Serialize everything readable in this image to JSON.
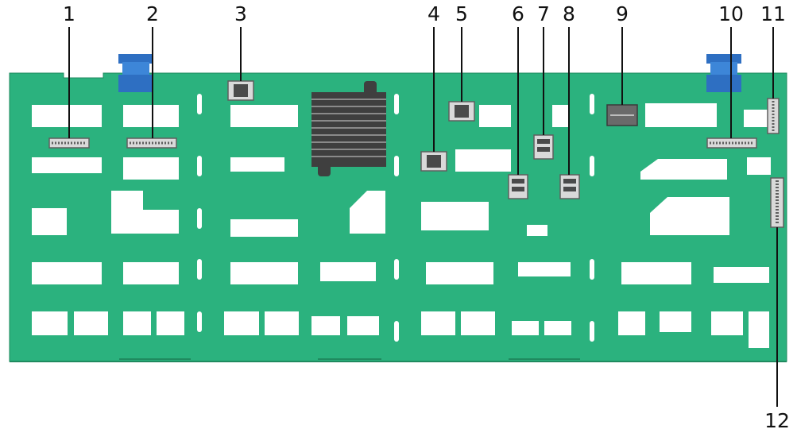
{
  "colors": {
    "board": "#2bb27e",
    "board_edge": "#1f8a5f",
    "cutout": "#ffffff",
    "connector": "#d9d9d9",
    "connector_dark": "#5f5f5f",
    "heatsink": "#4a4a4a",
    "latch": "#2e6fc2",
    "callout": "#111111"
  },
  "callouts": [
    {
      "id": "1",
      "label": "1"
    },
    {
      "id": "2",
      "label": "2"
    },
    {
      "id": "3",
      "label": "3"
    },
    {
      "id": "4",
      "label": "4"
    },
    {
      "id": "5",
      "label": "5"
    },
    {
      "id": "6",
      "label": "6"
    },
    {
      "id": "7",
      "label": "7"
    },
    {
      "id": "8",
      "label": "8"
    },
    {
      "id": "9",
      "label": "9"
    },
    {
      "id": "10",
      "label": "10"
    },
    {
      "id": "11",
      "label": "11"
    },
    {
      "id": "12",
      "label": "12"
    }
  ]
}
